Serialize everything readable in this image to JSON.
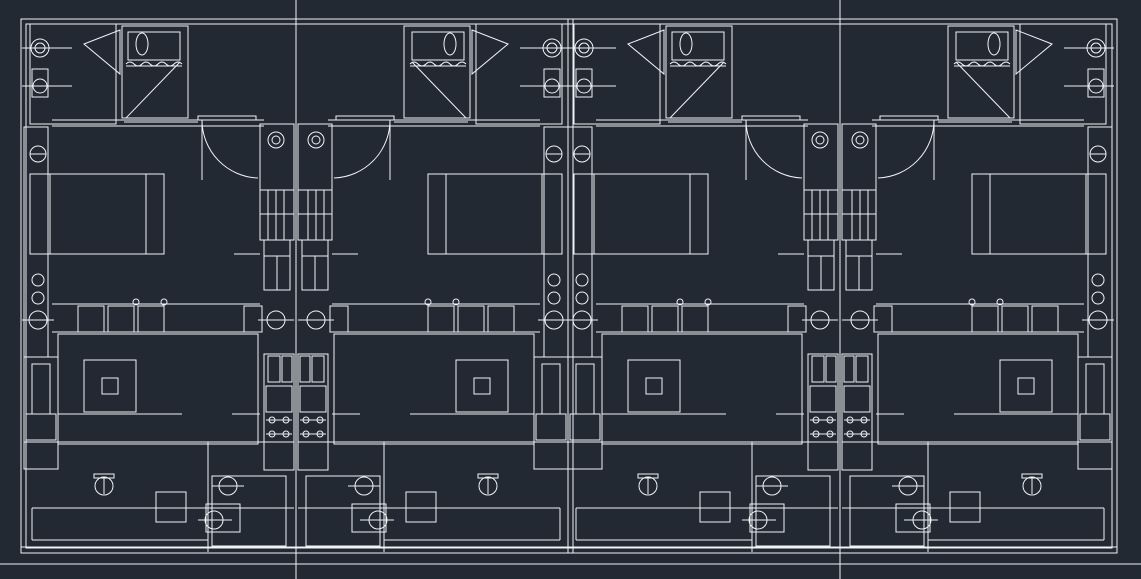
{
  "canvas": {
    "background": "#222933",
    "line_color": "#f0f3f6"
  },
  "drawing": {
    "type": "cad-floor-plan",
    "units_shown": 4,
    "mirrored_pairs": 2,
    "axis_lines": 3
  }
}
